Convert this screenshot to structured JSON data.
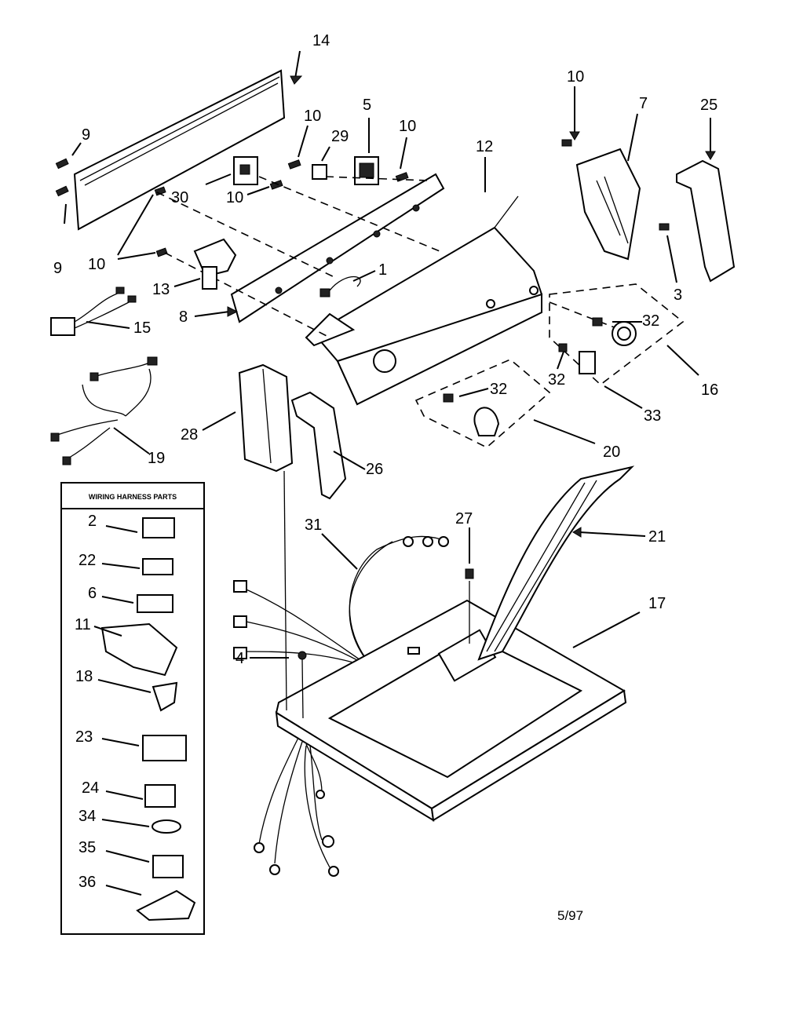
{
  "callouts": {
    "c14": "14",
    "c9a": "9",
    "c9b": "9",
    "c10a": "10",
    "c29": "29",
    "c5": "5",
    "c10b": "10",
    "c12": "12",
    "c10c": "10",
    "c7": "7",
    "c25": "25",
    "c30": "30",
    "c10d": "10",
    "c10e": "10",
    "c1": "1",
    "c13": "13",
    "c15": "15",
    "c8": "8",
    "c3": "3",
    "c32a": "32",
    "c16": "16",
    "c32b": "32",
    "c32c": "32",
    "c33": "33",
    "c28": "28",
    "c26": "26",
    "c19": "19",
    "c20": "20",
    "c27": "27",
    "c21": "21",
    "c31": "31",
    "c17": "17",
    "c4": "4"
  },
  "legend": {
    "title": "WIRING HARNESS PARTS",
    "items": [
      "2",
      "22",
      "6",
      "11",
      "18",
      "23",
      "24",
      "34",
      "35",
      "36"
    ]
  },
  "footer": {
    "date": "5/97"
  }
}
